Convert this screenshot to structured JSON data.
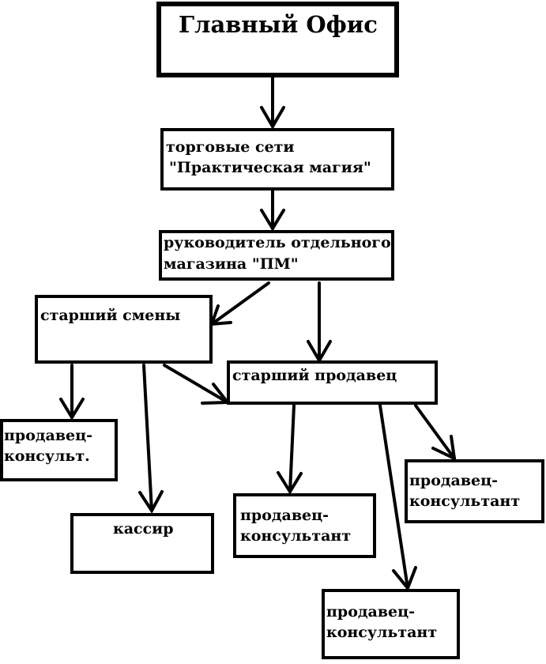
{
  "diagram": {
    "nodes": {
      "head_office": {
        "label": "Главный Офис"
      },
      "retail_chain": {
        "line1": "торговые сети",
        "line2": "\"Практическая магия\""
      },
      "store_manager": {
        "line1": "руководитель отдельного",
        "line2": "магазина \"ПМ\""
      },
      "shift_senior": {
        "label": "старший смены"
      },
      "senior_seller": {
        "label": "старший продавец"
      },
      "consultant_short": {
        "line1": "продавец-",
        "line2": "консульт."
      },
      "cashier": {
        "label": "кассир"
      },
      "consultant_a": {
        "line1": "продавец-",
        "line2": "консультант"
      },
      "consultant_b": {
        "line1": "продавец-",
        "line2": "консультант"
      },
      "consultant_c": {
        "line1": "продавец-",
        "line2": "консультант"
      }
    },
    "edges": [
      {
        "from": "head_office",
        "to": "retail_chain"
      },
      {
        "from": "retail_chain",
        "to": "store_manager"
      },
      {
        "from": "store_manager",
        "to": "shift_senior"
      },
      {
        "from": "store_manager",
        "to": "senior_seller"
      },
      {
        "from": "shift_senior",
        "to": "consultant_short"
      },
      {
        "from": "shift_senior",
        "to": "cashier"
      },
      {
        "from": "shift_senior",
        "to": "senior_seller"
      },
      {
        "from": "senior_seller",
        "to": "consultant_a"
      },
      {
        "from": "senior_seller",
        "to": "consultant_b"
      },
      {
        "from": "senior_seller",
        "to": "consultant_c"
      }
    ],
    "colors": {
      "stroke": "#000000",
      "background": "#ffffff"
    }
  }
}
